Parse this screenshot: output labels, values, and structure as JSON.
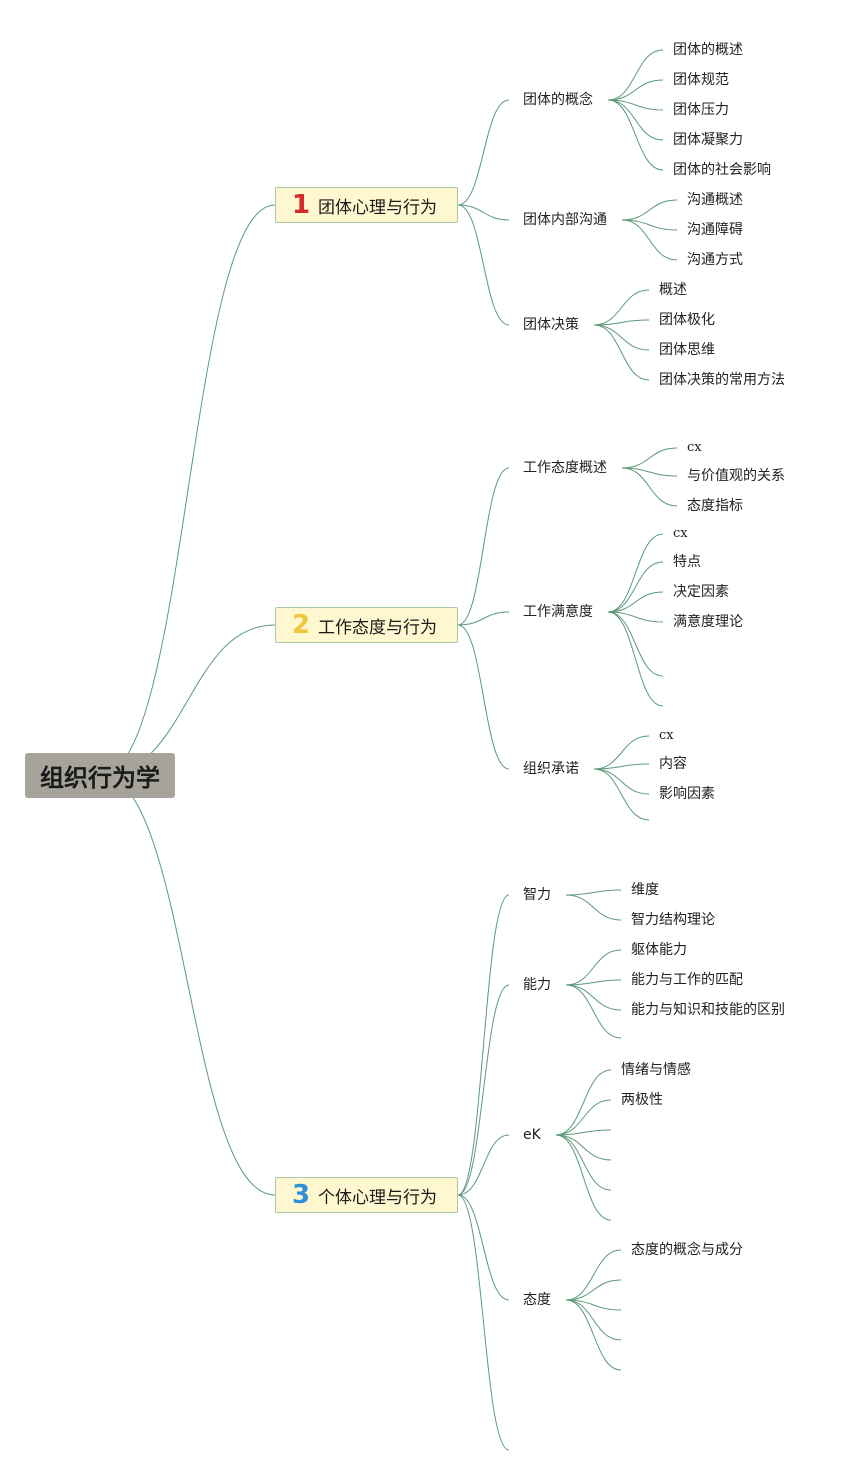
{
  "root": {
    "label": "组织行为学"
  },
  "branches": [
    {
      "num": "1",
      "num_color": "#d42a2a",
      "label": "团体心理与行为",
      "children": [
        {
          "label": "团体的概念",
          "leaves": [
            "团体的概述",
            "团体规范",
            "团体压力",
            "团体凝聚力",
            "团体的社会影响"
          ]
        },
        {
          "label": "团体内部沟通",
          "leaves": [
            "沟通概述",
            "沟通障碍",
            "沟通方式"
          ]
        },
        {
          "label": "团体决策",
          "leaves": [
            "概述",
            "团体极化",
            "团体思维",
            "团体决策的常用方法"
          ]
        }
      ]
    },
    {
      "num": "2",
      "num_color": "#f0c93a",
      "label": "工作态度与行为",
      "children": [
        {
          "label": "工作态度概述",
          "leaves": [
            "cx",
            "与价值观的关系",
            "态度指标"
          ]
        },
        {
          "label": "工作满意度",
          "leaves": [
            "cx",
            "特点",
            "决定因素",
            "满意度理论",
            "",
            ""
          ]
        },
        {
          "label": "组织承诺",
          "leaves": [
            "cx",
            "内容",
            "影响因素",
            ""
          ]
        }
      ]
    },
    {
      "num": "3",
      "num_color": "#2d8fd5",
      "label": "个体心理与行为",
      "children": [
        {
          "label": "智力",
          "leaves": [
            "维度",
            "智力结构理论"
          ]
        },
        {
          "label": "能力",
          "leaves": [
            "躯体能力",
            "能力与工作的匹配",
            "能力与知识和技能的区别",
            ""
          ]
        },
        {
          "label": "eK",
          "leaves": [
            "情绪与情感",
            "两极性",
            "",
            "",
            "",
            ""
          ]
        },
        {
          "label": "态度",
          "leaves": [
            "态度的概念与成分",
            "",
            "",
            "",
            ""
          ]
        },
        {
          "label": "",
          "leaves": []
        }
      ]
    }
  ],
  "colors": {
    "line": "#5b9a78",
    "root_bg": "#a6a49a",
    "main_bg": "#fff7cf",
    "main_border": "#a8c8a8"
  }
}
